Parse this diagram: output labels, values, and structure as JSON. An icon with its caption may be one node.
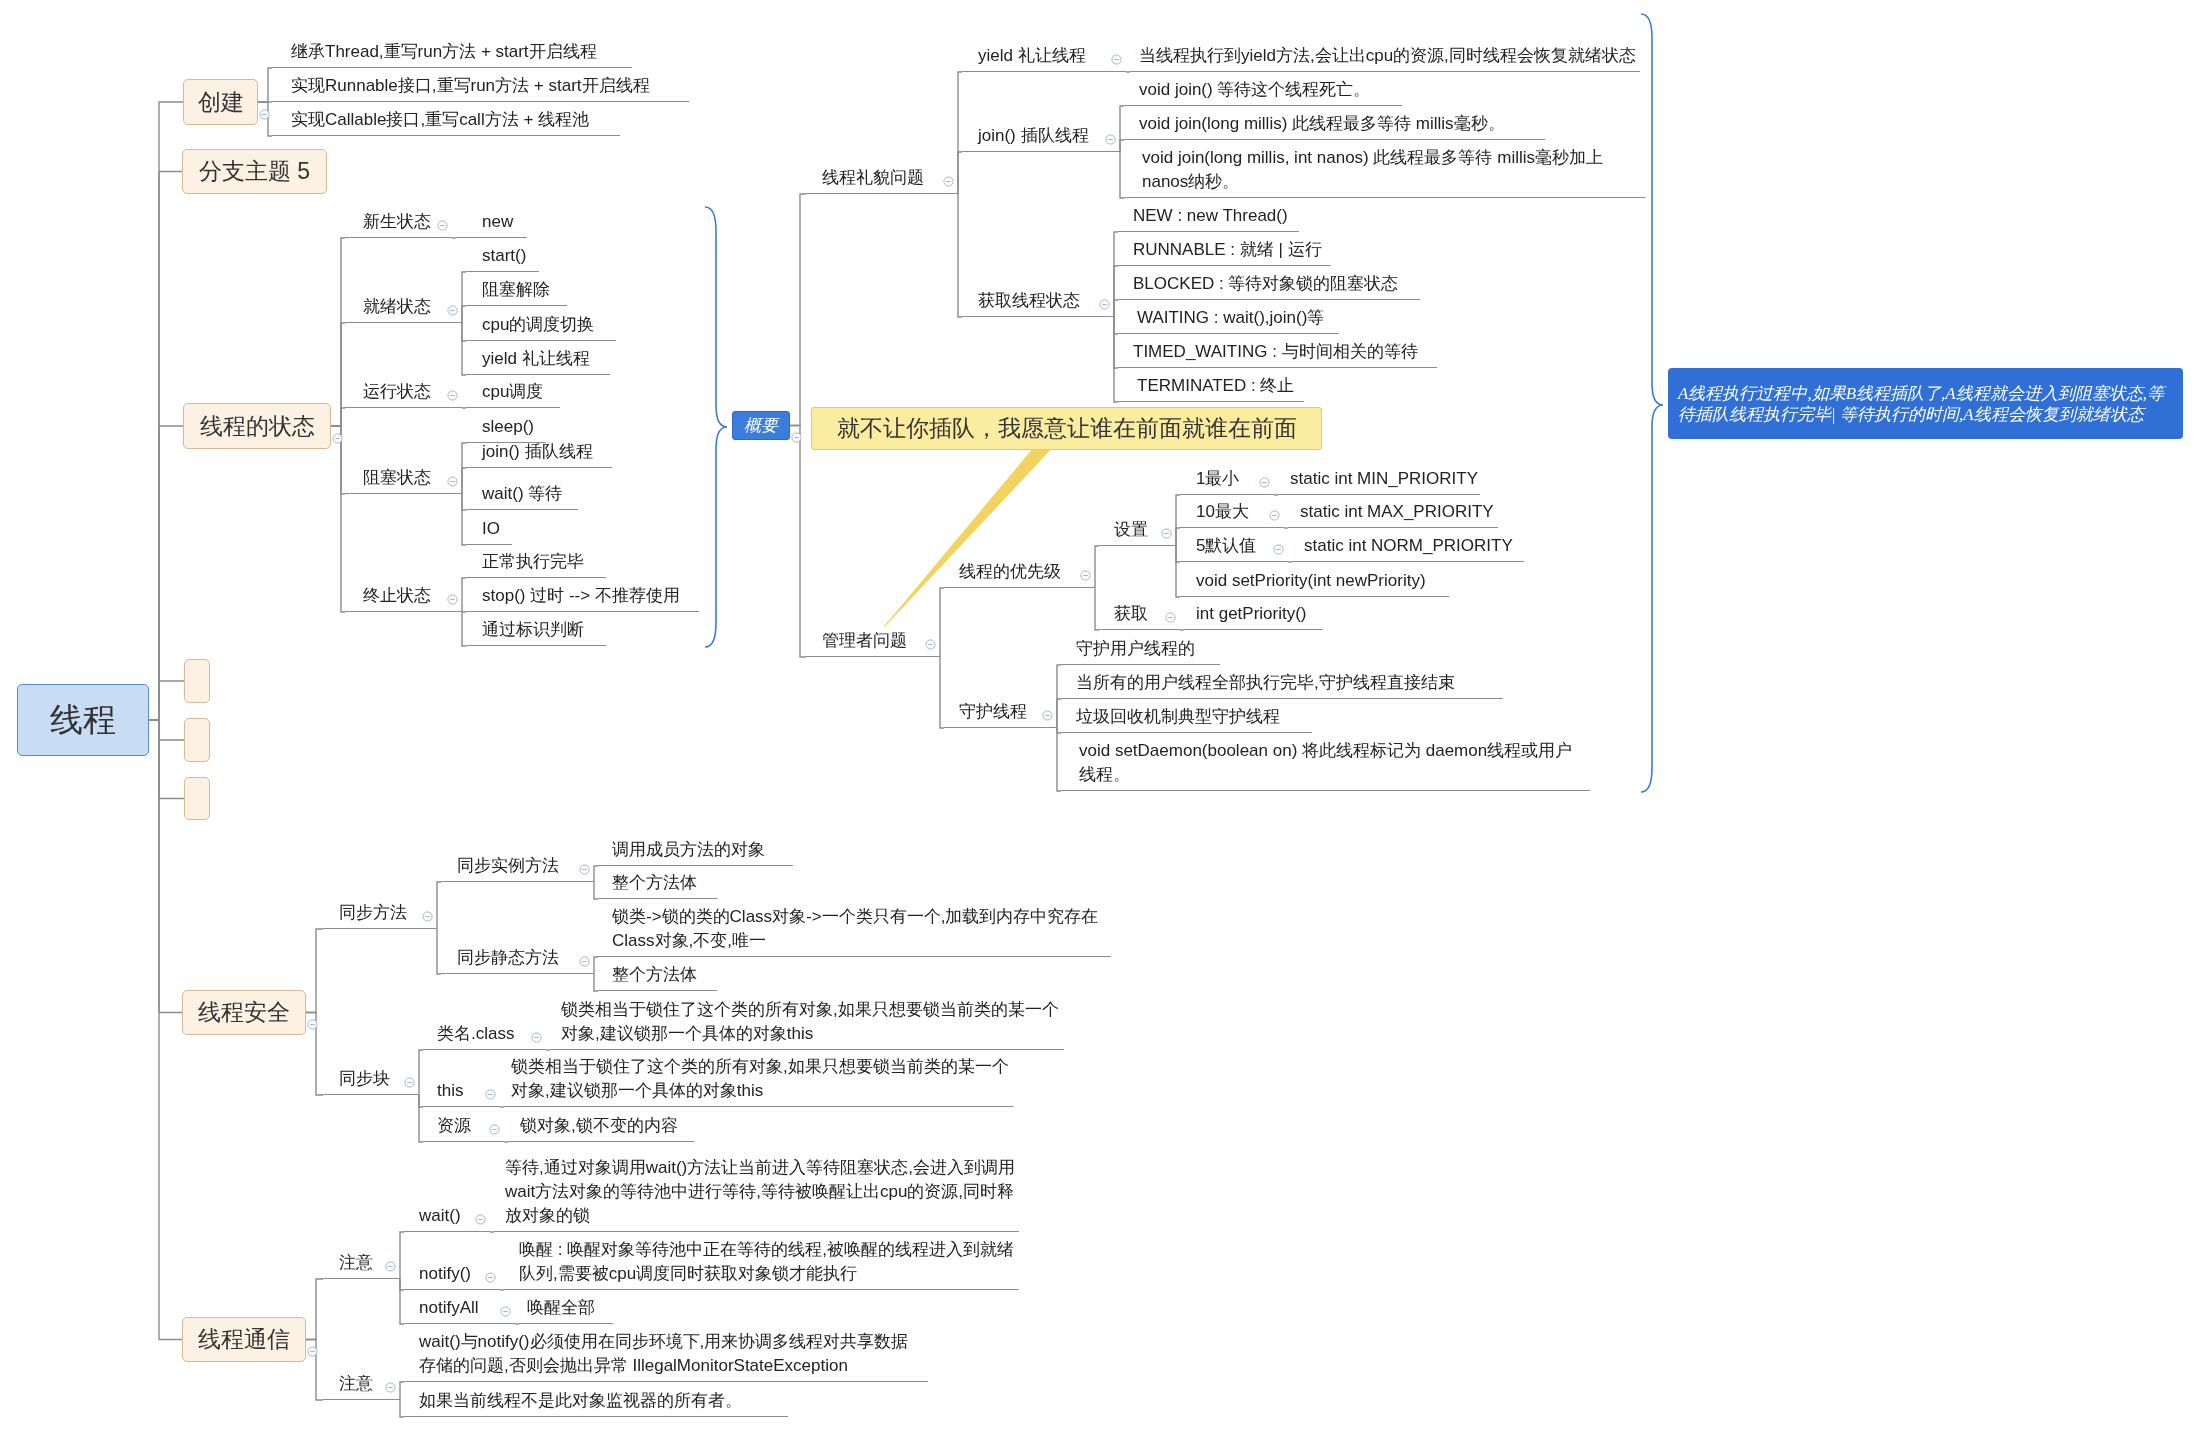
{
  "diagram": {
    "nodes": [
      {
        "text": [
          "线程"
        ]
      },
      {
        "text": [
          "创建"
        ]
      },
      {
        "text": [
          "继承Thread,重写run方法 + start开启线程"
        ]
      },
      {
        "text": [
          "实现Runnable接口,重写run方法 + start开启线程"
        ]
      },
      {
        "text": [
          "实现Callable接口,重写call方法 + 线程池"
        ]
      },
      {
        "text": [
          "分支主题 5"
        ]
      },
      {
        "text": [
          "线程的状态"
        ]
      },
      {
        "text": [
          "新生状态"
        ]
      },
      {
        "text": [
          "new"
        ]
      },
      {
        "text": [
          "就绪状态"
        ]
      },
      {
        "text": [
          "start()"
        ]
      },
      {
        "text": [
          "阻塞解除"
        ]
      },
      {
        "text": [
          "cpu的调度切换"
        ]
      },
      {
        "text": [
          "yield 礼让线程"
        ]
      },
      {
        "text": [
          "运行状态"
        ]
      },
      {
        "text": [
          "cpu调度"
        ]
      },
      {
        "text": [
          "阻塞状态"
        ]
      },
      {
        "text": [
          "sleep()"
        ]
      },
      {
        "text": [
          "join() 插队线程"
        ]
      },
      {
        "text": [
          "wait() 等待"
        ]
      },
      {
        "text": [
          "IO"
        ]
      },
      {
        "text": [
          "终止状态"
        ]
      },
      {
        "text": [
          "正常执行完毕"
        ]
      },
      {
        "text": [
          "stop() 过时 --> 不推荐使用"
        ]
      },
      {
        "text": [
          "通过标识判断"
        ]
      },
      {
        "text": [
          "概要"
        ]
      },
      {
        "text": [
          "线程礼貌问题"
        ]
      },
      {
        "text": [
          "yield 礼让线程"
        ]
      },
      {
        "text": [
          "当线程执行到yield方法,会让出cpu的资源,同时线程会恢复就绪状态"
        ]
      },
      {
        "text": [
          "join() 插队线程"
        ]
      },
      {
        "text": [
          "void join() 等待这个线程死亡。"
        ]
      },
      {
        "text": [
          "void join(long millis) 此线程最多等待 millis毫秒。"
        ]
      },
      {
        "text": [
          "void join(long millis, int nanos) 此线程最多等待 millis毫秒加上 nanos纳秒。"
        ]
      },
      {
        "text": [
          "获取线程状态"
        ]
      },
      {
        "text": [
          "NEW : new Thread()"
        ]
      },
      {
        "text": [
          "RUNNABLE : 就绪 | 运行"
        ]
      },
      {
        "text": [
          "BLOCKED : 等待对象锁的阻塞状态"
        ]
      },
      {
        "text": [
          "WAITING : wait(),join()等"
        ]
      },
      {
        "text": [
          "TIMED_WAITING : 与时间相关的等待"
        ]
      },
      {
        "text": [
          "TERMINATED : 终止"
        ]
      },
      {
        "text": [
          "就不让你插队，我愿意让谁在前面就谁在前面"
        ]
      },
      {
        "text": [
          "管理者问题"
        ]
      },
      {
        "text": [
          "线程的优先级"
        ]
      },
      {
        "text": [
          "设置"
        ]
      },
      {
        "text": [
          "1最小"
        ]
      },
      {
        "text": [
          "static int MIN_PRIORITY"
        ]
      },
      {
        "text": [
          "10最大"
        ]
      },
      {
        "text": [
          "static int MAX_PRIORITY"
        ]
      },
      {
        "text": [
          "5默认值"
        ]
      },
      {
        "text": [
          "static int NORM_PRIORITY"
        ]
      },
      {
        "text": [
          "void setPriority(int newPriority)"
        ]
      },
      {
        "text": [
          "获取"
        ]
      },
      {
        "text": [
          "int getPriority()"
        ]
      },
      {
        "text": [
          "守护线程"
        ]
      },
      {
        "text": [
          "守护用户线程的"
        ]
      },
      {
        "text": [
          "当所有的用户线程全部执行完毕,守护线程直接结束"
        ]
      },
      {
        "text": [
          "垃圾回收机制典型守护线程"
        ]
      },
      {
        "text": [
          "void setDaemon(boolean on) 将此线程标记为 daemon线程或用户线程。"
        ]
      },
      {
        "text": [
          "A线程执行过程中,如果B线程插队了,A线程就会进入到阻塞状态,等待插队线程执行完毕| 等待执行的时间,A线程会恢复到就绪状态"
        ]
      },
      {
        "text": [],
        "shape": "box"
      },
      {
        "text": [],
        "shape": "box"
      },
      {
        "text": [],
        "shape": "box"
      },
      {
        "text": [
          "线程安全"
        ]
      },
      {
        "text": [
          "同步方法"
        ]
      },
      {
        "text": [
          "同步实例方法"
        ]
      },
      {
        "text": [
          "调用成员方法的对象"
        ]
      },
      {
        "text": [
          "整个方法体"
        ]
      },
      {
        "text": [
          "同步静态方法"
        ]
      },
      {
        "text": [
          "锁类->锁的类的Class对象->一个类只有一个,加载到内存中究存在Class对象,不变,唯一"
        ]
      },
      {
        "text": [
          "整个方法体"
        ]
      },
      {
        "text": [
          "同步块"
        ]
      },
      {
        "text": [
          "类名.class"
        ]
      },
      {
        "text": [
          "锁类相当于锁住了这个类的所有对象,如果只想要锁当前类的某一个对象,建议锁那一个具体的对象this"
        ]
      },
      {
        "text": [
          "this"
        ]
      },
      {
        "text": [
          "锁类相当于锁住了这个类的所有对象,如果只想要锁当前类的某一个对象,建议锁那一个具体的对象this"
        ]
      },
      {
        "text": [
          "资源"
        ]
      },
      {
        "text": [
          "锁对象,锁不变的内容"
        ]
      },
      {
        "text": [
          "线程通信"
        ]
      },
      {
        "text": [
          "注意"
        ]
      },
      {
        "text": [
          "wait()"
        ]
      },
      {
        "text": [
          "等待,通过对象调用wait()方法让当前进入等待阻塞状态,会进入到调用wait方法对象的等待池中进行等待,等待被唤醒让出cpu的资源,同时释放对象的锁"
        ]
      },
      {
        "text": [
          "notify()"
        ]
      },
      {
        "text": [
          "唤醒 : 唤醒对象等待池中正在等待的线程,被唤醒的线程进入到就绪队列,需要被cpu调度同时获取对象锁才能执行"
        ]
      },
      {
        "text": [
          "notifyAll"
        ]
      },
      {
        "text": [
          "唤醒全部"
        ]
      },
      {
        "text": [
          "注意"
        ]
      },
      {
        "text": [
          "wait()与notify()必须使用在同步环境下,用来协调多线程对共享数据存储的问题,否则会抛出异常 IllegalMonitorStateException"
        ]
      },
      {
        "text": [
          "如果当前线程不是此对象监视器的所有者。"
        ]
      }
    ],
    "edges": [
      {
        "from": 0,
        "to": 1,
        "arrow": "none"
      },
      {
        "from": 1,
        "to": 2,
        "arrow": "none"
      },
      {
        "from": 1,
        "to": 3,
        "arrow": "none"
      },
      {
        "from": 1,
        "to": 4,
        "arrow": "none"
      },
      {
        "from": 0,
        "to": 5,
        "arrow": "none"
      },
      {
        "from": 0,
        "to": 6,
        "arrow": "none"
      },
      {
        "from": 6,
        "to": 7,
        "arrow": "none"
      },
      {
        "from": 7,
        "to": 8,
        "arrow": "none"
      },
      {
        "from": 6,
        "to": 9,
        "arrow": "none"
      },
      {
        "from": 9,
        "to": 10,
        "arrow": "none"
      },
      {
        "from": 9,
        "to": 11,
        "arrow": "none"
      },
      {
        "from": 9,
        "to": 12,
        "arrow": "none"
      },
      {
        "from": 9,
        "to": 13,
        "arrow": "none"
      },
      {
        "from": 6,
        "to": 14,
        "arrow": "none"
      },
      {
        "from": 14,
        "to": 15,
        "arrow": "none"
      },
      {
        "from": 6,
        "to": 16,
        "arrow": "none"
      },
      {
        "from": 16,
        "to": 17,
        "arrow": "none"
      },
      {
        "from": 16,
        "to": 18,
        "arrow": "none"
      },
      {
        "from": 16,
        "to": 19,
        "arrow": "none"
      },
      {
        "from": 16,
        "to": 20,
        "arrow": "none"
      },
      {
        "from": 6,
        "to": 21,
        "arrow": "none"
      },
      {
        "from": 21,
        "to": 22,
        "arrow": "none"
      },
      {
        "from": 21,
        "to": 23,
        "arrow": "none"
      },
      {
        "from": 21,
        "to": 24,
        "arrow": "none"
      },
      {
        "from": 25,
        "to": 26,
        "arrow": "none"
      },
      {
        "from": 26,
        "to": 27,
        "arrow": "none"
      },
      {
        "from": 27,
        "to": 28,
        "arrow": "none"
      },
      {
        "from": 26,
        "to": 29,
        "arrow": "none"
      },
      {
        "from": 29,
        "to": 30,
        "arrow": "none"
      },
      {
        "from": 29,
        "to": 31,
        "arrow": "none"
      },
      {
        "from": 29,
        "to": 32,
        "arrow": "none"
      },
      {
        "from": 26,
        "to": 33,
        "arrow": "none"
      },
      {
        "from": 33,
        "to": 34,
        "arrow": "none"
      },
      {
        "from": 33,
        "to": 35,
        "arrow": "none"
      },
      {
        "from": 33,
        "to": 36,
        "arrow": "none"
      },
      {
        "from": 33,
        "to": 37,
        "arrow": "none"
      },
      {
        "from": 33,
        "to": 38,
        "arrow": "none"
      },
      {
        "from": 33,
        "to": 39,
        "arrow": "none"
      },
      {
        "from": 40,
        "to": 41,
        "arrow": "none",
        "color": "#f3d35f"
      },
      {
        "from": 25,
        "to": 41,
        "arrow": "none"
      },
      {
        "from": 41,
        "to": 42,
        "arrow": "none"
      },
      {
        "from": 42,
        "to": 43,
        "arrow": "none"
      },
      {
        "from": 43,
        "to": 44,
        "arrow": "none"
      },
      {
        "from": 44,
        "to": 45,
        "arrow": "none"
      },
      {
        "from": 43,
        "to": 46,
        "arrow": "none"
      },
      {
        "from": 46,
        "to": 47,
        "arrow": "none"
      },
      {
        "from": 43,
        "to": 48,
        "arrow": "none"
      },
      {
        "from": 48,
        "to": 49,
        "arrow": "none"
      },
      {
        "from": 43,
        "to": 50,
        "arrow": "none"
      },
      {
        "from": 42,
        "to": 51,
        "arrow": "none"
      },
      {
        "from": 51,
        "to": 52,
        "arrow": "none"
      },
      {
        "from": 41,
        "to": 53,
        "arrow": "none"
      },
      {
        "from": 53,
        "to": 54,
        "arrow": "none"
      },
      {
        "from": 53,
        "to": 55,
        "arrow": "none"
      },
      {
        "from": 53,
        "to": 56,
        "arrow": "none"
      },
      {
        "from": 53,
        "to": 57,
        "arrow": "none"
      },
      {
        "from": 0,
        "to": 59,
        "arrow": "none"
      },
      {
        "from": 0,
        "to": 60,
        "arrow": "none"
      },
      {
        "from": 0,
        "to": 61,
        "arrow": "none"
      },
      {
        "from": 0,
        "to": 62,
        "arrow": "none"
      },
      {
        "from": 62,
        "to": 63,
        "arrow": "none"
      },
      {
        "from": 63,
        "to": 64,
        "arrow": "none"
      },
      {
        "from": 64,
        "to": 65,
        "arrow": "none"
      },
      {
        "from": 64,
        "to": 66,
        "arrow": "none"
      },
      {
        "from": 63,
        "to": 67,
        "arrow": "none"
      },
      {
        "from": 67,
        "to": 68,
        "arrow": "none"
      },
      {
        "from": 67,
        "to": 69,
        "arrow": "none"
      },
      {
        "from": 62,
        "to": 70,
        "arrow": "none"
      },
      {
        "from": 70,
        "to": 71,
        "arrow": "none"
      },
      {
        "from": 71,
        "to": 72,
        "arrow": "none"
      },
      {
        "from": 70,
        "to": 73,
        "arrow": "none"
      },
      {
        "from": 73,
        "to": 74,
        "arrow": "none"
      },
      {
        "from": 70,
        "to": 75,
        "arrow": "none"
      },
      {
        "from": 75,
        "to": 76,
        "arrow": "none"
      },
      {
        "from": 0,
        "to": 77,
        "arrow": "none"
      },
      {
        "from": 77,
        "to": 78,
        "arrow": "none"
      },
      {
        "from": 78,
        "to": 79,
        "arrow": "none"
      },
      {
        "from": 79,
        "to": 80,
        "arrow": "none"
      },
      {
        "from": 78,
        "to": 81,
        "arrow": "none"
      },
      {
        "from": 81,
        "to": 82,
        "arrow": "none"
      },
      {
        "from": 78,
        "to": 83,
        "arrow": "none"
      },
      {
        "from": 83,
        "to": 84,
        "arrow": "none"
      },
      {
        "from": 77,
        "to": 85,
        "arrow": "none"
      },
      {
        "from": 85,
        "to": 86,
        "arrow": "none"
      },
      {
        "from": 85,
        "to": 87,
        "arrow": "none"
      }
    ]
  }
}
